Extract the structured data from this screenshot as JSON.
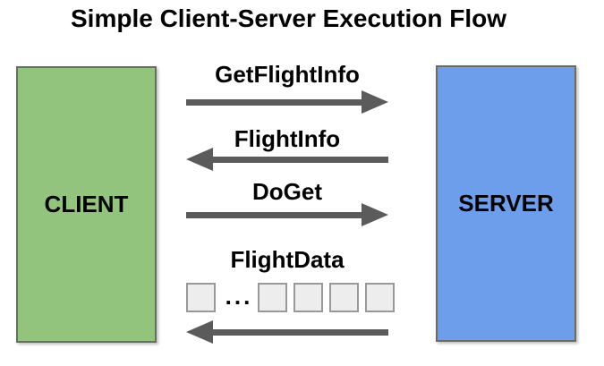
{
  "title": "Simple Client-Server Execution Flow",
  "nodes": {
    "client": {
      "label": "CLIENT"
    },
    "server": {
      "label": "SERVER"
    }
  },
  "messages": [
    {
      "label": "GetFlightInfo",
      "direction": "client-to-server"
    },
    {
      "label": "FlightInfo",
      "direction": "server-to-client"
    },
    {
      "label": "DoGet",
      "direction": "client-to-server"
    },
    {
      "label": "FlightData",
      "direction": "server-to-client",
      "stream_ellipsis": "...",
      "stream_chunk_count": 5
    }
  ],
  "colors": {
    "client_fill": "#93c47d",
    "server_fill": "#6d9eeb",
    "arrow_color": "#5b5b5b",
    "box_border": "#6b6b6b",
    "chunk_fill": "#ededed",
    "chunk_border": "#999999",
    "text_color": "#000000"
  }
}
